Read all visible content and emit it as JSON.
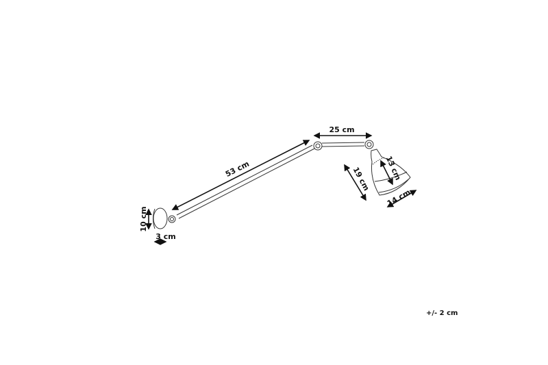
{
  "dimensions": {
    "arm_length": "53 cm",
    "upper_arm_length": "25 cm",
    "shade_height": "13 cm",
    "shade_reach": "19 cm",
    "shade_diameter": "14 cm",
    "base_height": "10 cm",
    "base_depth": "3 cm"
  },
  "tolerance": "+/- 2 cm"
}
